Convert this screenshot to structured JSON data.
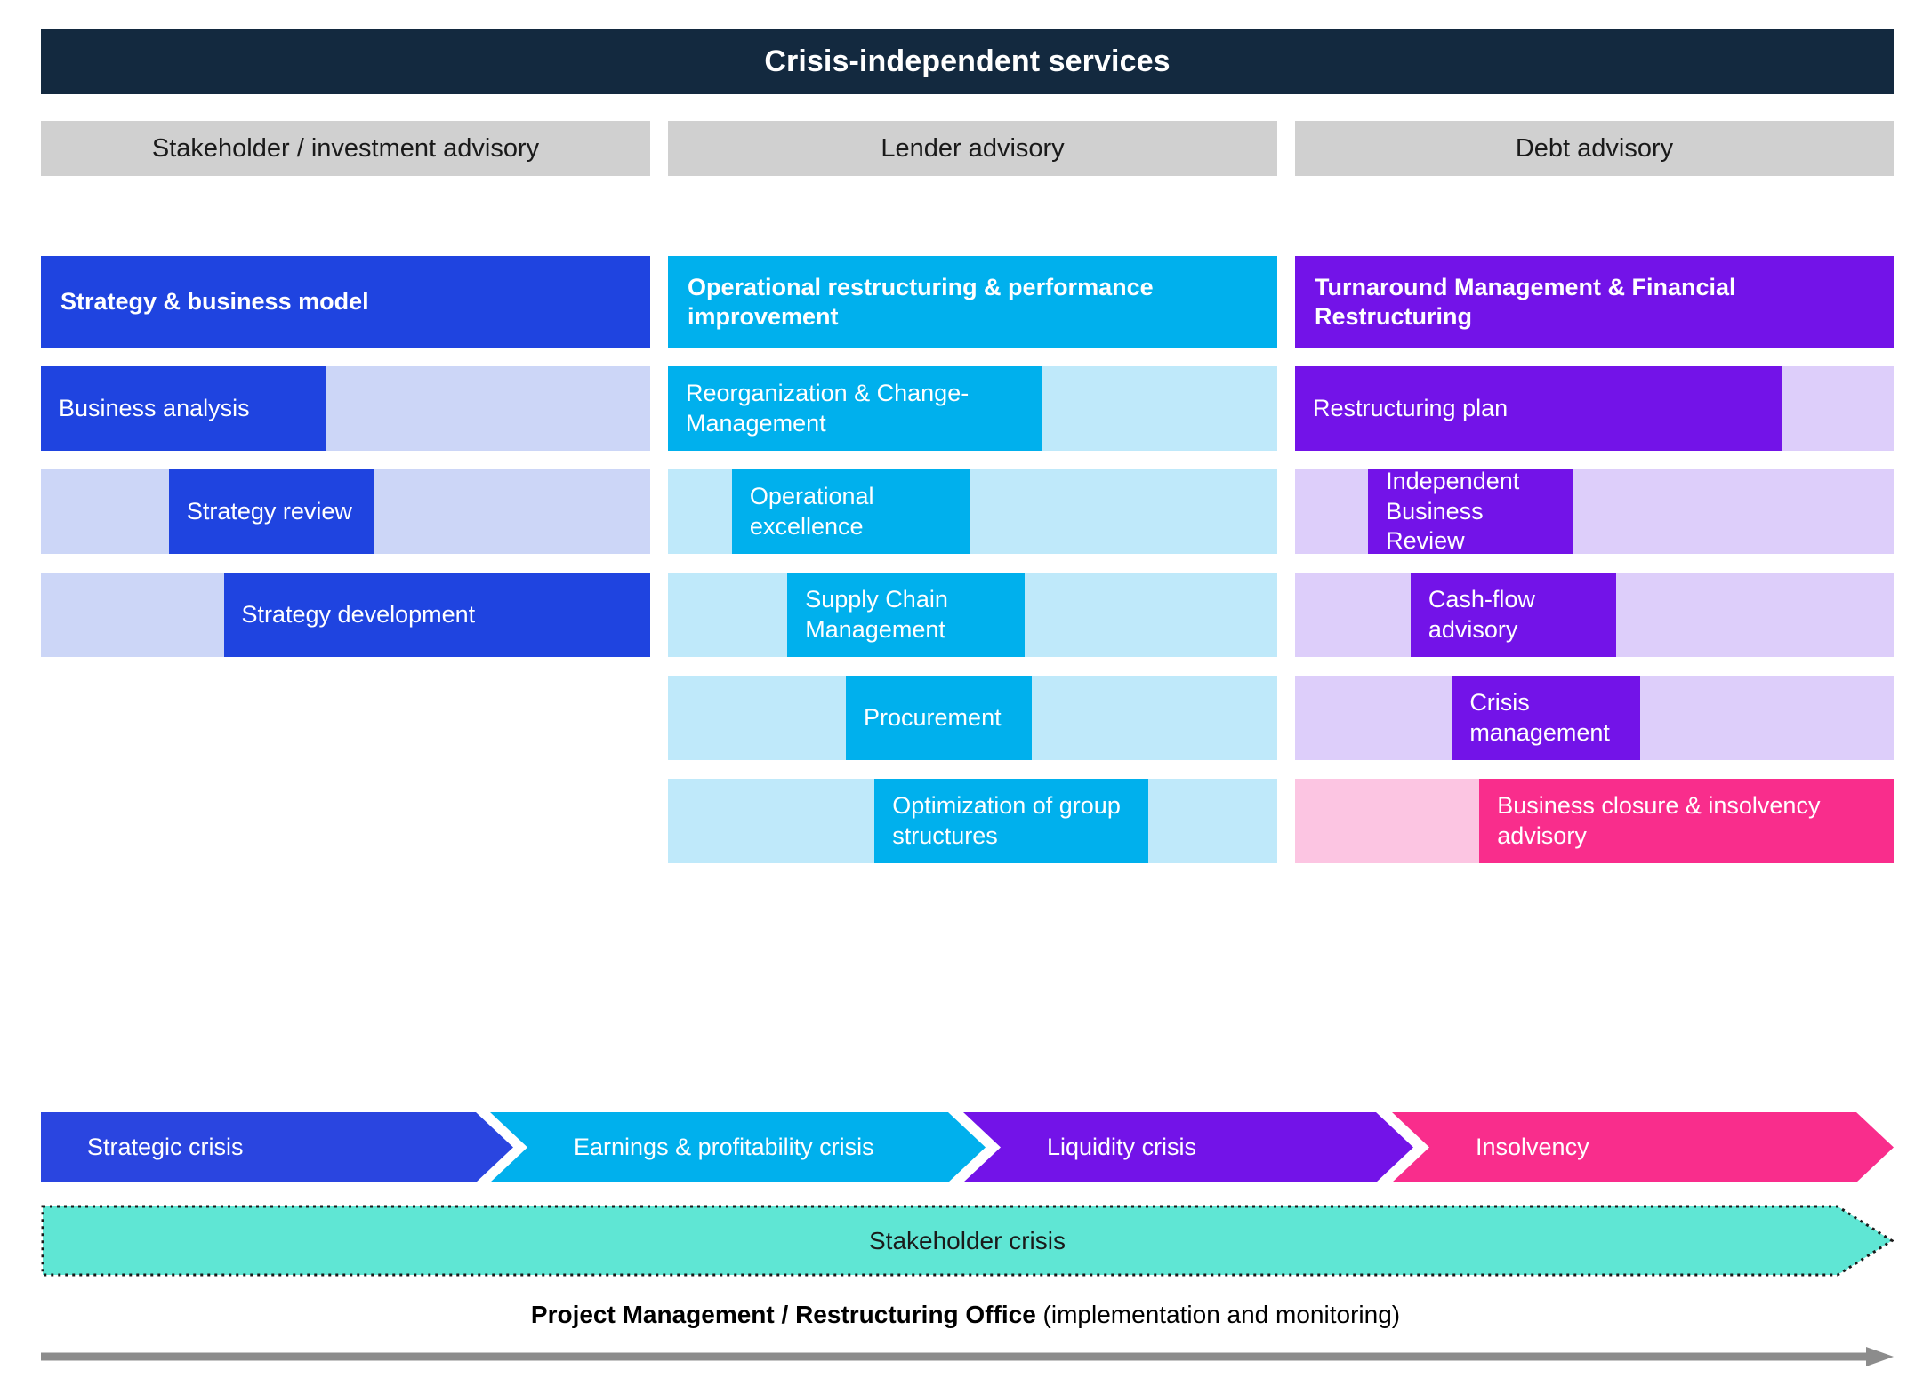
{
  "title": "Crisis-independent services",
  "column_headers": [
    "Stakeholder / investment advisory",
    "Lender advisory",
    "Debt advisory"
  ],
  "colors": {
    "navy": "#13293f",
    "header_grey": "#d0d0d0",
    "blue": "#1f44e0",
    "blue_light": "#ccd6f7",
    "cyan": "#00b0ed",
    "cyan_light": "#bfe9fa",
    "purple": "#7313e8",
    "purple_light": "#ddcefa",
    "pink": "#f92d8c",
    "pink_light": "#fcc5e2",
    "teal": "#5fe6d4",
    "arrow_grey": "#8c8c8c"
  },
  "columns": [
    {
      "key": "strategy",
      "header": "Strategy & business model",
      "accent": "#1f44e0",
      "track": "#ccd6f7",
      "items": [
        {
          "label": "Business analysis",
          "start_pct": 0,
          "width_pct": 46.7,
          "accent": "#1f44e0",
          "track": "#ccd6f7"
        },
        {
          "label": "Strategy review",
          "start_pct": 21,
          "width_pct": 33.6,
          "accent": "#1f44e0",
          "track": "#ccd6f7"
        },
        {
          "label": "Strategy development",
          "start_pct": 30,
          "width_pct": 70,
          "accent": "#1f44e0",
          "track": "#ccd6f7"
        }
      ]
    },
    {
      "key": "operational",
      "header": "Operational restructuring & performance improvement",
      "accent": "#00b0ed",
      "track": "#bfe9fa",
      "items": [
        {
          "label": "Reorganization & Change-Management",
          "start_pct": 0,
          "width_pct": 61.5,
          "accent": "#00b0ed",
          "track": "#bfe9fa"
        },
        {
          "label": "Operational excellence",
          "start_pct": 10.5,
          "width_pct": 39,
          "accent": "#00b0ed",
          "track": "#bfe9fa"
        },
        {
          "label": "Supply Chain Management",
          "start_pct": 19.6,
          "width_pct": 39,
          "accent": "#00b0ed",
          "track": "#bfe9fa"
        },
        {
          "label": "Procurement",
          "start_pct": 29.2,
          "width_pct": 30.5,
          "accent": "#00b0ed",
          "track": "#bfe9fa"
        },
        {
          "label": "Optimization of group structures",
          "start_pct": 33.9,
          "width_pct": 45,
          "accent": "#00b0ed",
          "track": "#bfe9fa"
        }
      ]
    },
    {
      "key": "turnaround",
      "header": "Turnaround Management & Financial Restructuring",
      "accent": "#7313e8",
      "track": "#ddcefa",
      "items": [
        {
          "label": "Restructuring plan",
          "start_pct": 0,
          "width_pct": 81.5,
          "accent": "#7313e8",
          "track": "#ddcefa"
        },
        {
          "label": "Independent Business Review",
          "start_pct": 12.2,
          "width_pct": 34.3,
          "accent": "#7313e8",
          "track": "#ddcefa"
        },
        {
          "label": "Cash-flow advisory",
          "start_pct": 19.3,
          "width_pct": 34.3,
          "accent": "#7313e8",
          "track": "#ddcefa"
        },
        {
          "label": "Crisis management",
          "start_pct": 26.2,
          "width_pct": 31.5,
          "accent": "#7313e8",
          "track": "#ddcefa"
        },
        {
          "label": "Business closure & insolvency advisory",
          "start_pct": 30.8,
          "width_pct": 69.2,
          "accent": "#f92d8c",
          "track": "#fcc5e2"
        }
      ]
    }
  ],
  "crisis_stages": [
    {
      "label": "Strategic crisis",
      "color": "#2a45e0",
      "start_pct": 0,
      "width_pct": 25.5
    },
    {
      "label": "Earnings & profitability crisis",
      "color": "#00b0ed",
      "start_pct": 24.25,
      "width_pct": 26.75
    },
    {
      "label": "Liquidity crisis",
      "color": "#7313e8",
      "start_pct": 49.8,
      "width_pct": 24.3
    },
    {
      "label": "Insolvency",
      "color": "#f92d8c",
      "start_pct": 72.9,
      "width_pct": 27.1
    }
  ],
  "stakeholder_crisis": "Stakeholder crisis",
  "pmo_caption": {
    "bold": "Project Management / Restructuring Office",
    "light": " (implementation and monitoring)"
  }
}
